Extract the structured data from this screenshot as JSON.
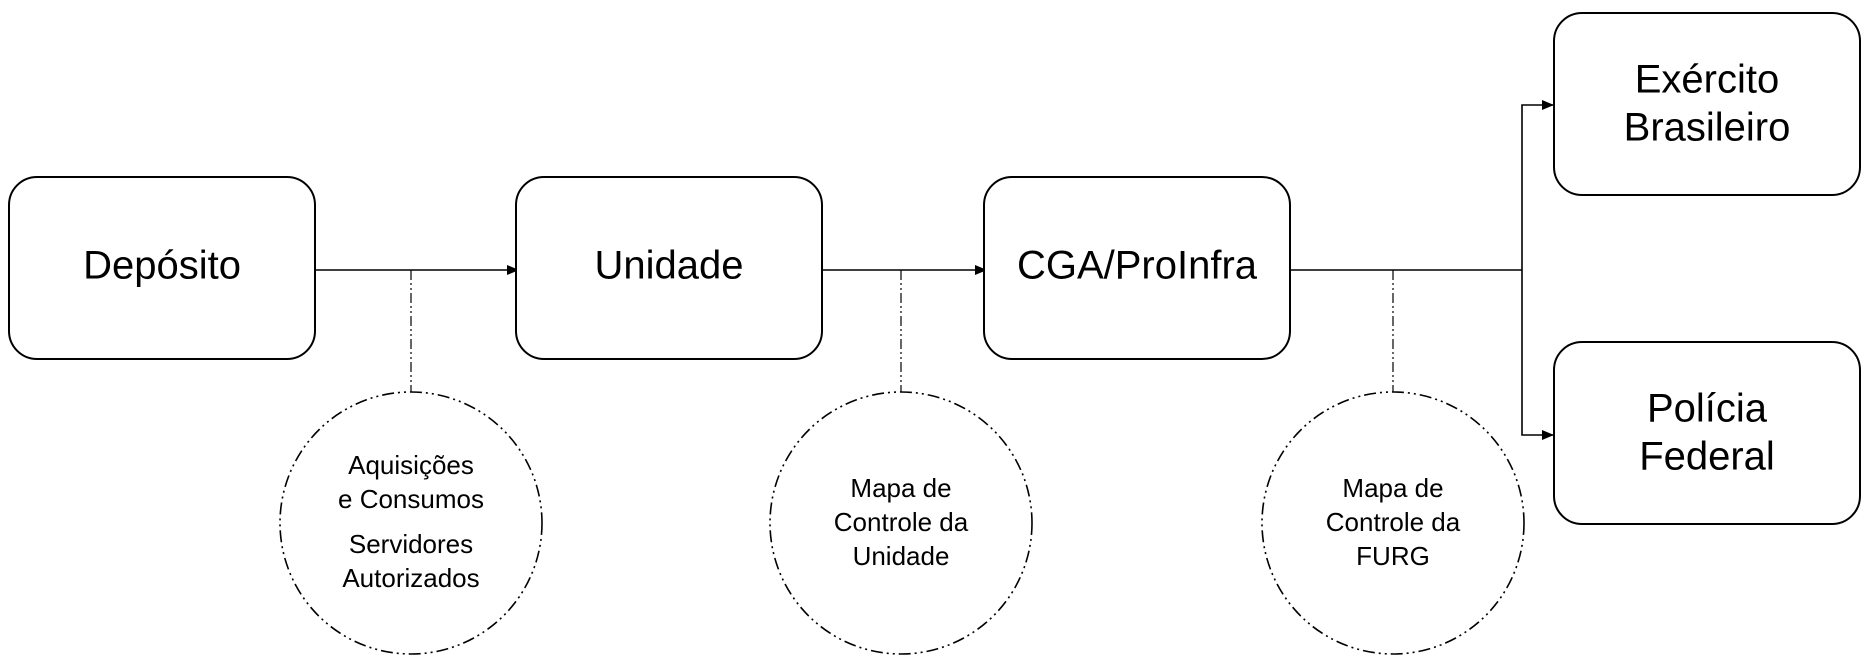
{
  "nodes": {
    "deposito": {
      "label": "Depósito"
    },
    "unidade": {
      "label": "Unidade"
    },
    "cga": {
      "label": "CGA/ProInfra"
    },
    "exercito": {
      "label_line1": "Exército",
      "label_line2": "Brasileiro"
    },
    "policia": {
      "label_line1": "Polícia",
      "label_line2": "Federal"
    }
  },
  "notes": {
    "aquisicoes": {
      "line1": "Aquisições",
      "line2": "e Consumos",
      "line3": "Servidores",
      "line4": "Autorizados"
    },
    "mapa_unidade": {
      "line1": "Mapa de",
      "line2": "Controle da",
      "line3": "Unidade"
    },
    "mapa_furg": {
      "line1": "Mapa de",
      "line2": "Controle da",
      "line3": "FURG"
    }
  },
  "colors": {
    "stroke": "#000000",
    "fill": "#ffffff",
    "text": "#000000"
  }
}
